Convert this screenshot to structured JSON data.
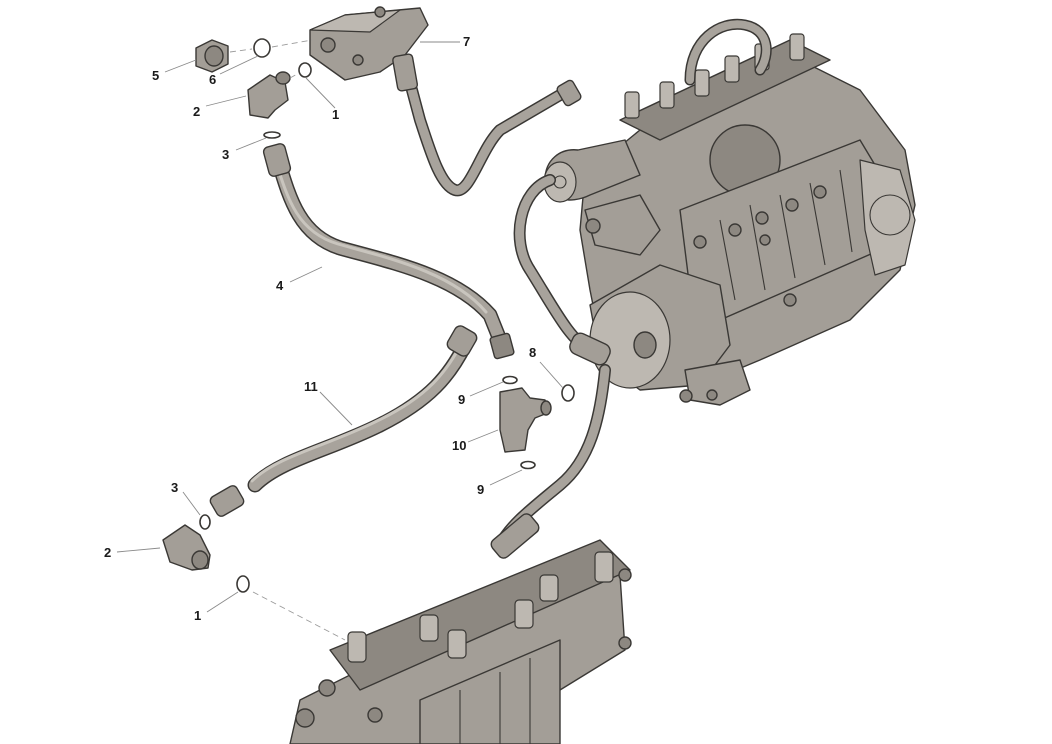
{
  "diagram": {
    "callouts": [
      {
        "id": "c5",
        "label": "5"
      },
      {
        "id": "c6",
        "label": "6"
      },
      {
        "id": "c2a",
        "label": "2"
      },
      {
        "id": "c1a",
        "label": "1"
      },
      {
        "id": "c7",
        "label": "7"
      },
      {
        "id": "c3a",
        "label": "3"
      },
      {
        "id": "c4",
        "label": "4"
      },
      {
        "id": "c8",
        "label": "8"
      },
      {
        "id": "c9a",
        "label": "9"
      },
      {
        "id": "c11",
        "label": "11"
      },
      {
        "id": "c10",
        "label": "10"
      },
      {
        "id": "c9b",
        "label": "9"
      },
      {
        "id": "c3b",
        "label": "3"
      },
      {
        "id": "c2b",
        "label": "2"
      },
      {
        "id": "c1b",
        "label": "1"
      }
    ]
  }
}
